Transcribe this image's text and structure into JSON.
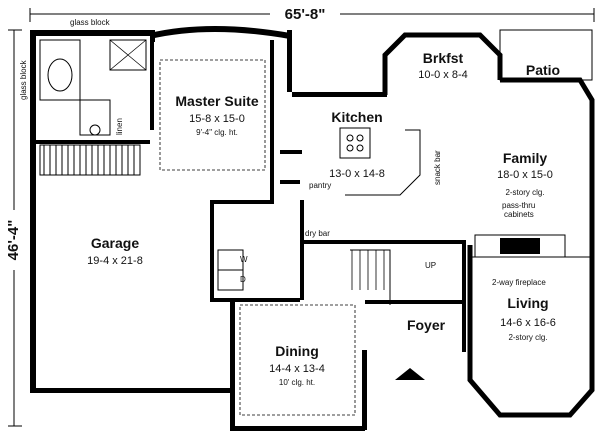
{
  "dimensions": {
    "width": "65'-8\"",
    "depth": "46'-4\""
  },
  "notes": {
    "glass_block_top": "glass block",
    "glass_block_side": "glass block",
    "linen": "linen",
    "pantry": "pantry",
    "dry_bar": "dry bar",
    "snack_bar": "snack bar",
    "up": "UP",
    "w": "W",
    "d": "D",
    "pass_thru_1": "pass-thru",
    "pass_thru_2": "cabinets",
    "fireplace": "2-way fireplace"
  },
  "rooms": {
    "master": {
      "name": "Master Suite",
      "dim": "15-8 x 15-0",
      "note": "9'-4\" clg. ht."
    },
    "brkfst": {
      "name": "Brkfst",
      "dim": "10-0 x 8-4"
    },
    "patio": {
      "name": "Patio"
    },
    "kitchen": {
      "name": "Kitchen",
      "dim": "13-0 x 14-8"
    },
    "family": {
      "name": "Family",
      "dim": "18-0 x 15-0",
      "note": "2-story clg."
    },
    "garage": {
      "name": "Garage",
      "dim": "19-4 x 21-8"
    },
    "living": {
      "name": "Living",
      "dim": "14-6 x 16-6",
      "note": "2-story clg."
    },
    "foyer": {
      "name": "Foyer"
    },
    "dining": {
      "name": "Dining",
      "dim": "14-4 x 13-4",
      "note": "10' clg. ht."
    }
  }
}
